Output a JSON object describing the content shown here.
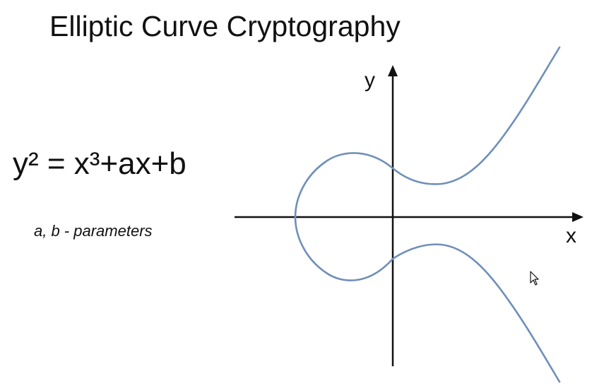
{
  "slide": {
    "title": "Elliptic Curve Cryptography",
    "equation": "y² = x³+ax+b",
    "parameters_note": "a, b - parameters"
  },
  "graph": {
    "x_axis_label": "x",
    "y_axis_label": "y",
    "curve_color": "#6f8fba",
    "axis_color": "#111111"
  },
  "icons": {
    "cursor": "mouse-pointer-icon"
  }
}
